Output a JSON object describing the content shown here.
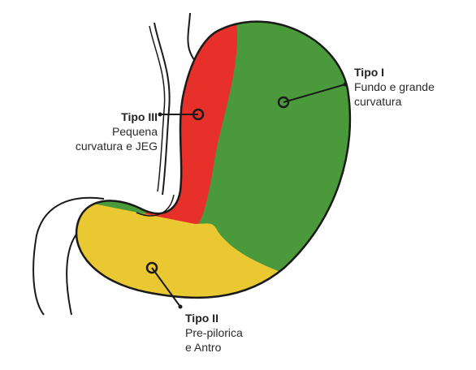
{
  "regions": [
    {
      "id": "tipo-i",
      "title": "Tipo I",
      "lines": [
        "Fundo e grande",
        "curvatura"
      ],
      "color": "#4a9a3c"
    },
    {
      "id": "tipo-iii",
      "title": "Tipo III",
      "lines": [
        "Pequena",
        "curvatura e JEG"
      ],
      "color": "#e8302a"
    },
    {
      "id": "tipo-ii",
      "title": "Tipo II",
      "lines": [
        "Pre-pilorica",
        "e Antro"
      ],
      "color": "#e9c831"
    }
  ],
  "outline_color": "#1a1a1a"
}
